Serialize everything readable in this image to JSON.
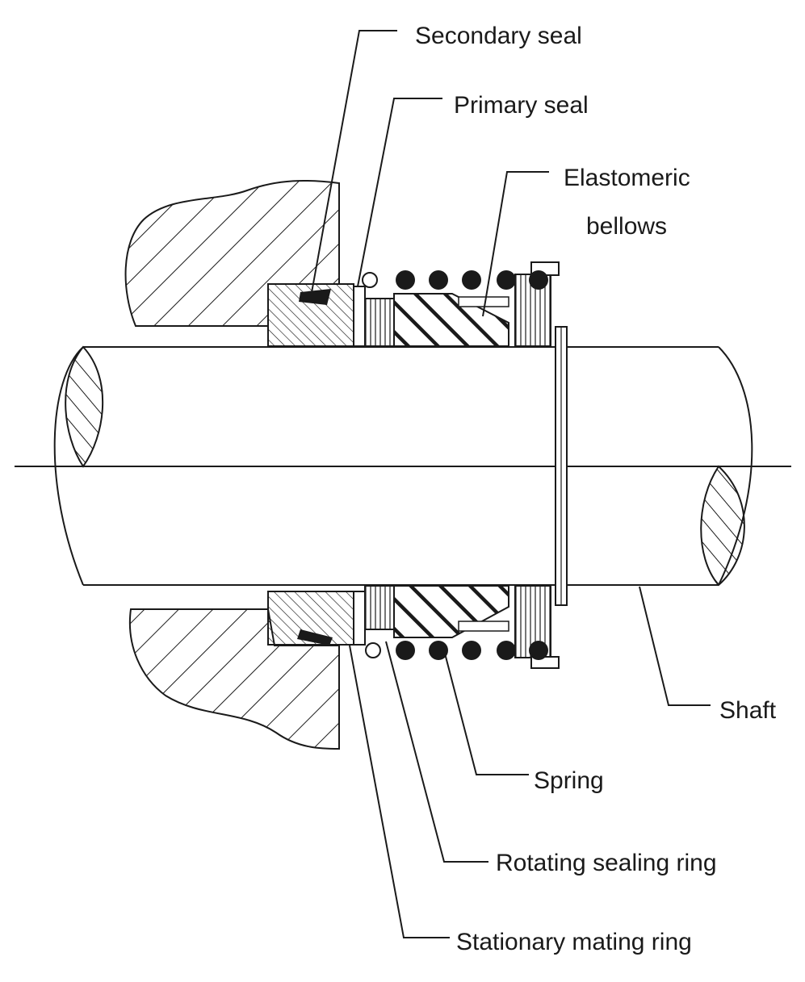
{
  "diagram": {
    "labels": {
      "secondary_seal": "Secondary seal",
      "primary_seal": "Primary seal",
      "elastomeric_line1": "Elastomeric",
      "elastomeric_line2": "bellows",
      "shaft": "Shaft",
      "spring": "Spring",
      "rotating_ring": "Rotating sealing ring",
      "stationary_ring": "Stationary mating ring"
    },
    "colors": {
      "ink": "#1a1a1a",
      "background": "#ffffff"
    }
  }
}
